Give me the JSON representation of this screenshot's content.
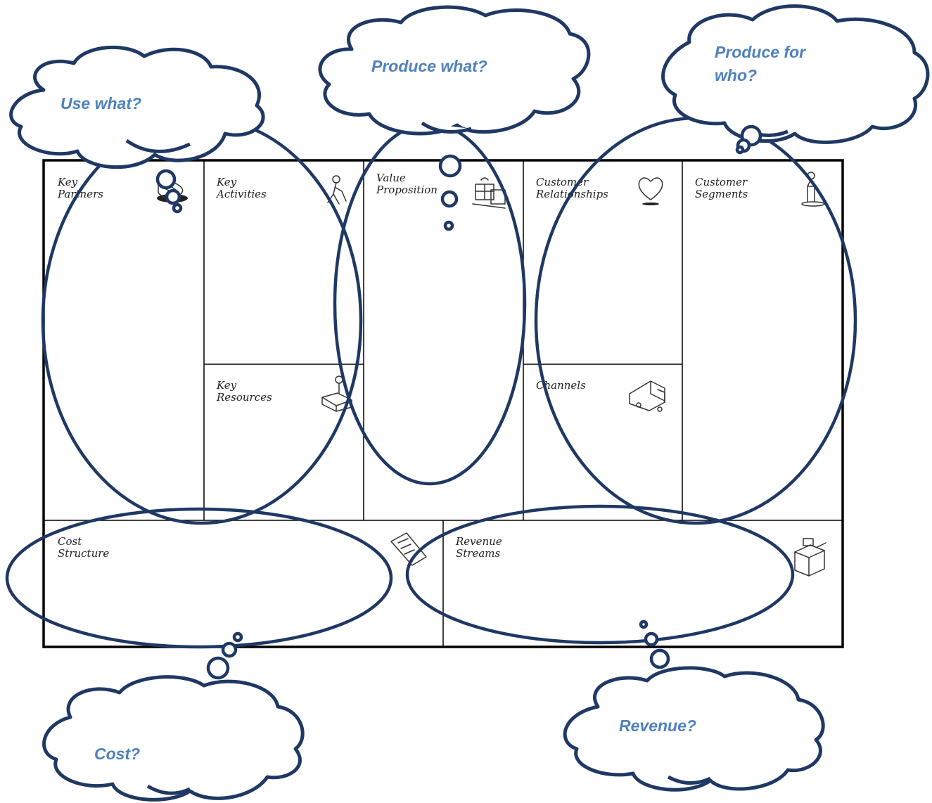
{
  "canvas": {
    "blocks": {
      "key_partners": [
        "Key",
        "Partners"
      ],
      "key_activities": [
        "Key",
        "Activities"
      ],
      "key_resources": [
        "Key",
        "Resources"
      ],
      "value_proposition": [
        "Value",
        "Proposition"
      ],
      "customer_relationships": [
        "Customer",
        "Relationships"
      ],
      "channels": [
        "Channels"
      ],
      "customer_segments": [
        "Customer",
        "Segments"
      ],
      "cost_structure": [
        "Cost",
        "Structure"
      ],
      "revenue_streams": [
        "Revenue",
        "Streams"
      ]
    }
  },
  "clouds": {
    "use_what": "Use what?",
    "produce_what": "Produce what?",
    "produce_for_who": [
      "Produce for",
      "who?"
    ],
    "cost": "Cost?",
    "revenue": "Revenue?"
  },
  "colors": {
    "annotation_stroke": "#1f3864",
    "cloud_text": "#4f81bd",
    "grid": "#000000"
  }
}
